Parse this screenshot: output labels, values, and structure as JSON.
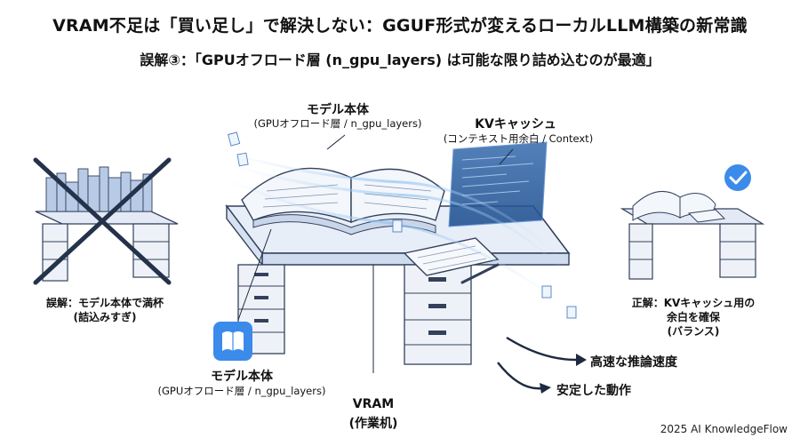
{
  "title": "VRAM不足は「買い足し」で解決しない：GGUF形式が変えるローカルLLM構築の新常識",
  "subtitle": "誤解③：「GPUオフロード層 (n_gpu_layers) は可能な限り詰め込むのが最適」",
  "labels": {
    "model_top": "モデル本体",
    "model_top_sub": "(GPUオフロード層 / n_gpu_layers)",
    "kv": "KVキャッシュ",
    "kv_sub": "(コンテキスト用余白 / Context)",
    "model_bottom": "モデル本体",
    "model_bottom_sub": "(GPUオフロード層 / n_gpu_layers)",
    "vram": "VRAM",
    "vram_sub": "(作業机)",
    "wrong_line1": "誤解：モデル本体で満杯",
    "wrong_line2": "(詰込みすぎ)",
    "right_line1": "正解：KVキャッシュ用の",
    "right_line2": "余白を確保",
    "right_line3": "(バランス)",
    "result_fast": "高速な推論速度",
    "result_stable": "安定した動作"
  },
  "footer": "2025 AI KnowledgeFlow",
  "colors": {
    "accent": "#2f7de1",
    "ink": "#33415c",
    "desk": "#e8eef8",
    "glow": "#9cc8f5"
  }
}
